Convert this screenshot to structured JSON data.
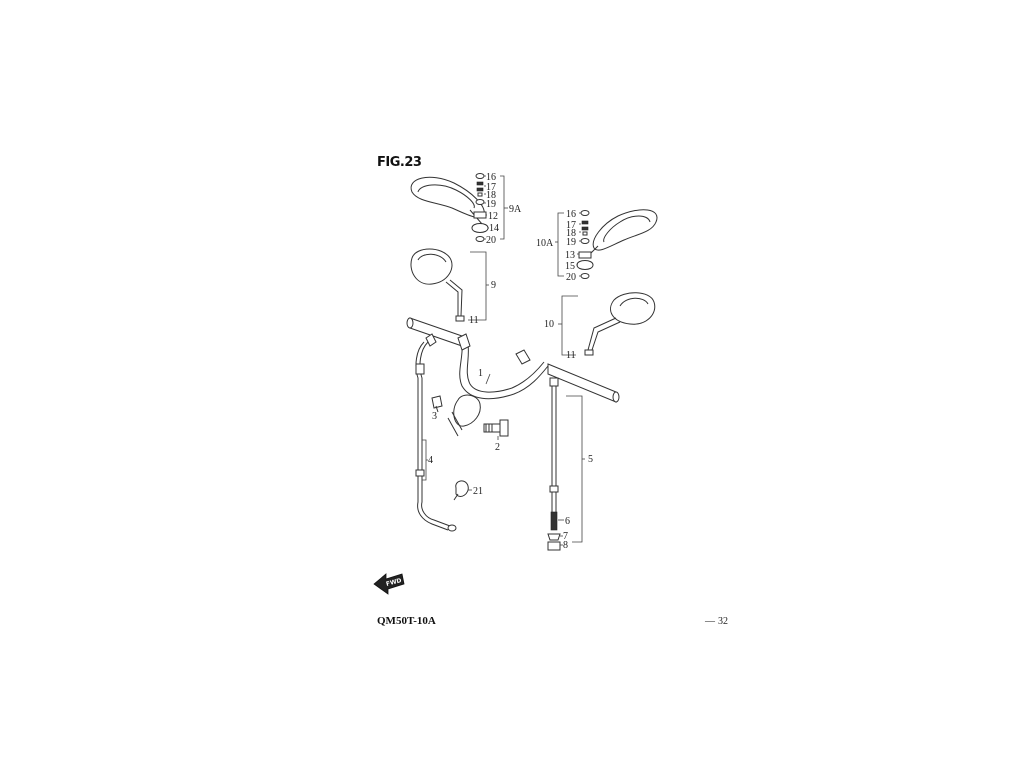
{
  "figure": {
    "title": "FIG.23",
    "model": "QM50T-10A",
    "page_number": "32",
    "page_dash": "—",
    "direction_badge": "FWD"
  },
  "callouts": {
    "c1": "1",
    "c2": "2",
    "c3": "3",
    "c4": "4",
    "c5": "5",
    "c6": "6",
    "c7": "7",
    "c8": "8",
    "c9": "9",
    "c9a": "9A",
    "c10": "10",
    "c10a": "10A",
    "c11_left": "11",
    "c11_right": "11",
    "c12": "12",
    "c13": "13",
    "c14": "14",
    "c15": "15",
    "c16_left": "16",
    "c17_left": "17",
    "c18_left": "18",
    "c19_left": "19",
    "c20_left": "20",
    "c16_right": "16",
    "c17_right": "17",
    "c18_right": "18",
    "c19_right": "19",
    "c20_right": "20",
    "c21": "21"
  },
  "colors": {
    "ink": "#333333",
    "background": "#ffffff"
  }
}
